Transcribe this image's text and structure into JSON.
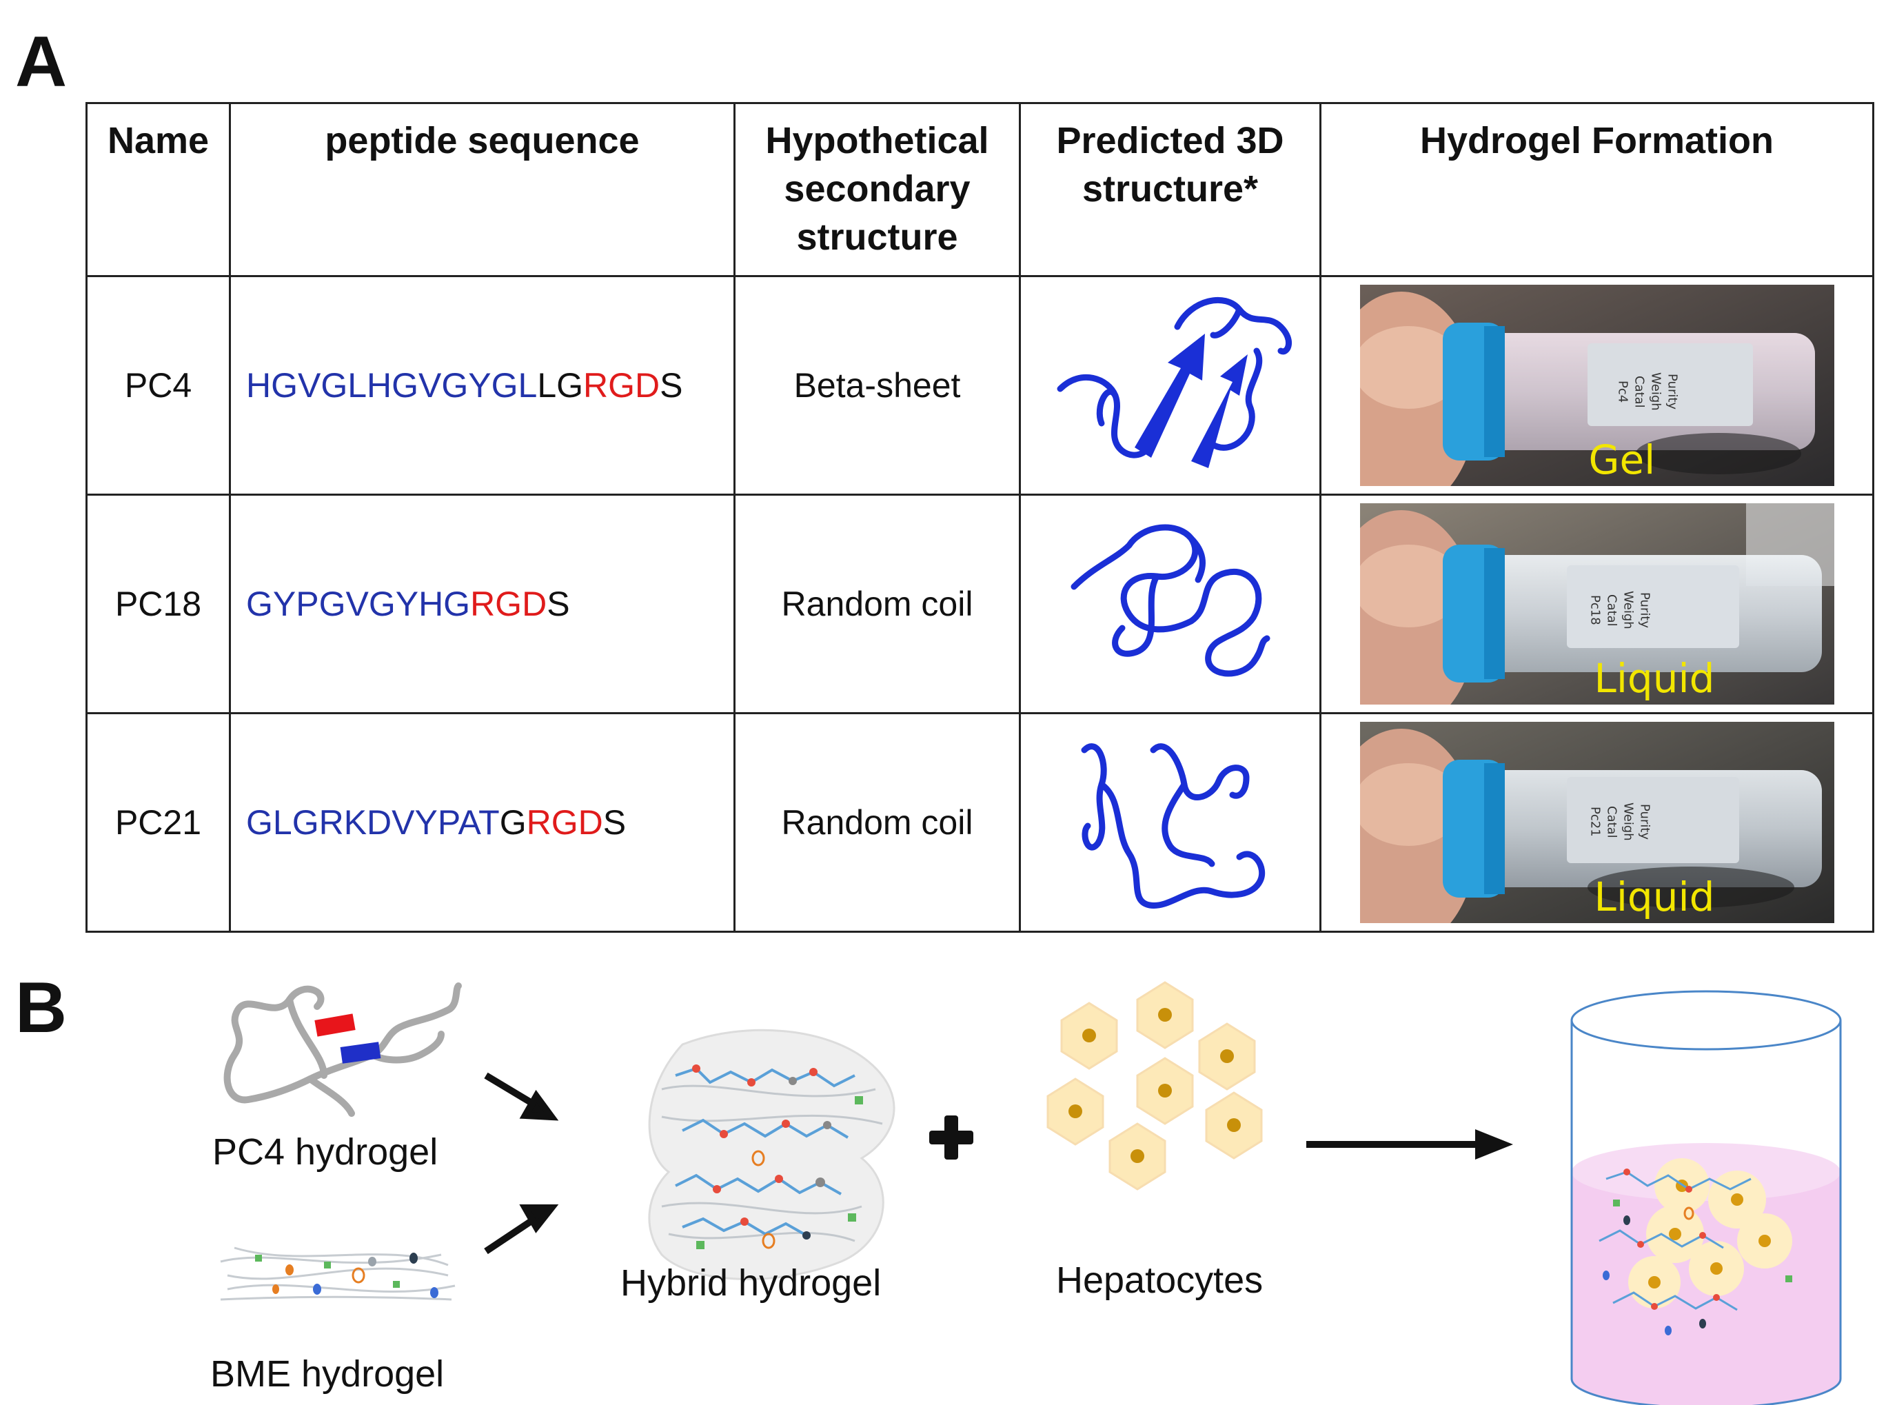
{
  "panel_labels": {
    "a": "A",
    "b": "B"
  },
  "table": {
    "headers": {
      "name": "Name",
      "sequence": "peptide sequence",
      "secondary_l1": "Hypothetical",
      "secondary_l2": "secondary",
      "secondary_l3": "structure",
      "predicted_l1": "Predicted 3D",
      "predicted_l2": "structure*",
      "hydrogel": "Hydrogel Formation"
    },
    "rows": [
      {
        "name": "PC4",
        "seq_blue": "HGVGLHGVGYGL",
        "seq_black": "LG",
        "seq_red": "RGD",
        "seq_end": "S",
        "secondary": "Beta-sheet",
        "state": "Gel",
        "vial_label": [
          "Pc4",
          "Catal",
          "Weigh",
          "Purity"
        ]
      },
      {
        "name": "PC18",
        "seq_blue": "GYPGVGYHG",
        "seq_black": "",
        "seq_red": "RGD",
        "seq_end": "S",
        "secondary": "Random coil",
        "state": "Liquid",
        "vial_label": [
          "Pc18",
          "Catal",
          "Weigh",
          "Purity"
        ]
      },
      {
        "name": "PC21",
        "seq_blue": "GLGRKDVYPAT",
        "seq_black": "G",
        "seq_red": "RGD",
        "seq_end": "S",
        "secondary": "Random coil",
        "state": "Liquid",
        "vial_label": [
          "Pc21",
          "Catal",
          "Weigh",
          "Purity"
        ]
      }
    ]
  },
  "panel_b": {
    "pc4_hydrogel": "PC4 hydrogel",
    "bme_hydrogel": "BME hydrogel",
    "hybrid_hydrogel": "Hybrid hydrogel",
    "hepatocytes": "Hepatocytes"
  },
  "colors": {
    "peptide_blue": "#2233aa",
    "rgd_red": "#e01b1b",
    "structure_blue": "#1a2fd6",
    "label_yellow": "#f2e600",
    "cell_fill": "#fde9b8",
    "cell_nucleus": "#c8900a",
    "culture_pink": "#f4cdf0"
  }
}
